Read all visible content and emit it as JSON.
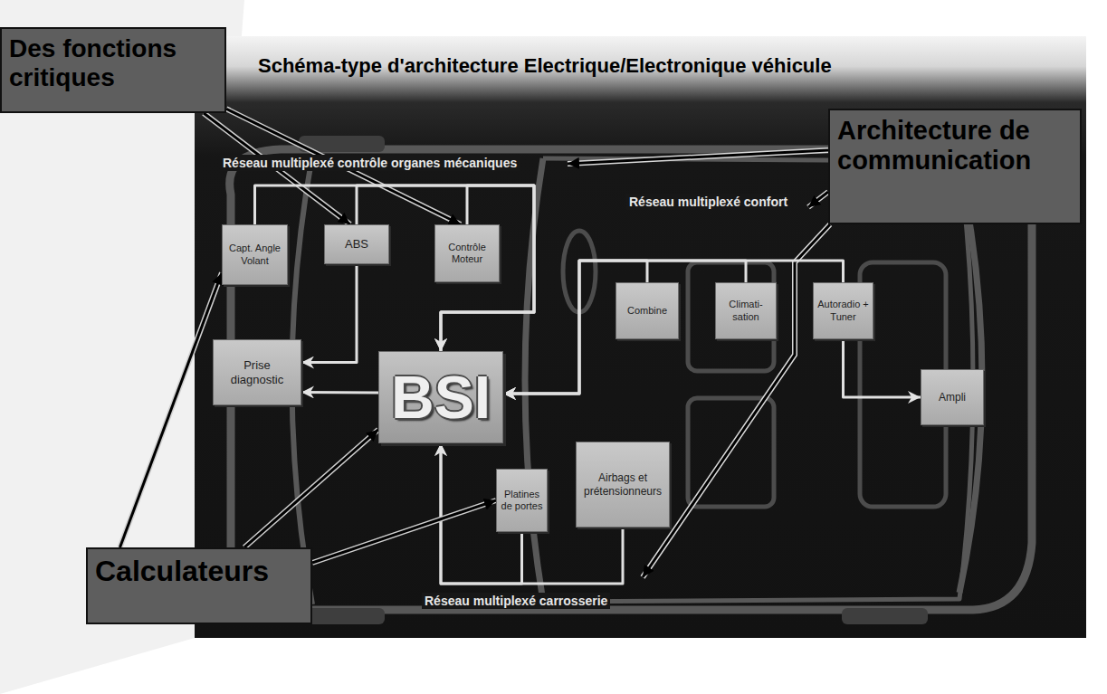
{
  "diagram": {
    "title": "Schéma-type d'architecture Electrique/Electronique véhicule",
    "nodes": [
      {
        "text": [
          "Des fonctions critiques"
        ]
      },
      {
        "text": [
          "Architecture de communication"
        ]
      },
      {
        "text": [
          "Capt. Angle Volant"
        ]
      },
      {
        "text": [
          "ABS"
        ]
      },
      {
        "text": [
          "Contrôle Moteur"
        ]
      },
      {
        "text": [
          "Combine"
        ]
      },
      {
        "text": [
          "Climati-sation"
        ]
      },
      {
        "text": [
          "Autoradio + Tuner"
        ]
      },
      {
        "text": [
          "Prise diagnostic"
        ]
      },
      {
        "text": [
          "BSI"
        ]
      },
      {
        "text": [
          "Ampli"
        ]
      },
      {
        "text": [
          "Airbags et prétensionneurs"
        ]
      },
      {
        "text": [
          "Platines de portes"
        ]
      },
      {
        "text": [
          "Calculateurs"
        ]
      }
    ],
    "edges": [
      {
        "from": 0,
        "to": 3,
        "arrow": "to"
      },
      {
        "from": 0,
        "to": 4,
        "arrow": "to"
      },
      {
        "from": 2,
        "to": 9,
        "arrow": "to"
      },
      {
        "from": 3,
        "to": 9,
        "arrow": "to"
      },
      {
        "from": 4,
        "to": 9,
        "arrow": "to"
      },
      {
        "from": 3,
        "to": 8,
        "arrow": "to"
      },
      {
        "from": 9,
        "to": 8,
        "arrow": "to"
      },
      {
        "from": 5,
        "to": 9,
        "arrow": "to"
      },
      {
        "from": 6,
        "to": 9,
        "arrow": "to"
      },
      {
        "from": 7,
        "to": 9,
        "arrow": "to"
      },
      {
        "from": 7,
        "to": 10,
        "arrow": "to"
      },
      {
        "from": 12,
        "to": 9,
        "arrow": "to"
      },
      {
        "from": 11,
        "to": 9,
        "arrow": "to"
      },
      {
        "from": 13,
        "to": 2,
        "arrow": "to"
      },
      {
        "from": 13,
        "to": 9,
        "arrow": "to"
      },
      {
        "from": 13,
        "to": 12,
        "arrow": "to"
      }
    ],
    "labels": [
      "Réseau multiplexé contrôle organes mécaniques",
      "Réseau multiplexé confort",
      "Réseau multiplexé carrosserie"
    ]
  }
}
